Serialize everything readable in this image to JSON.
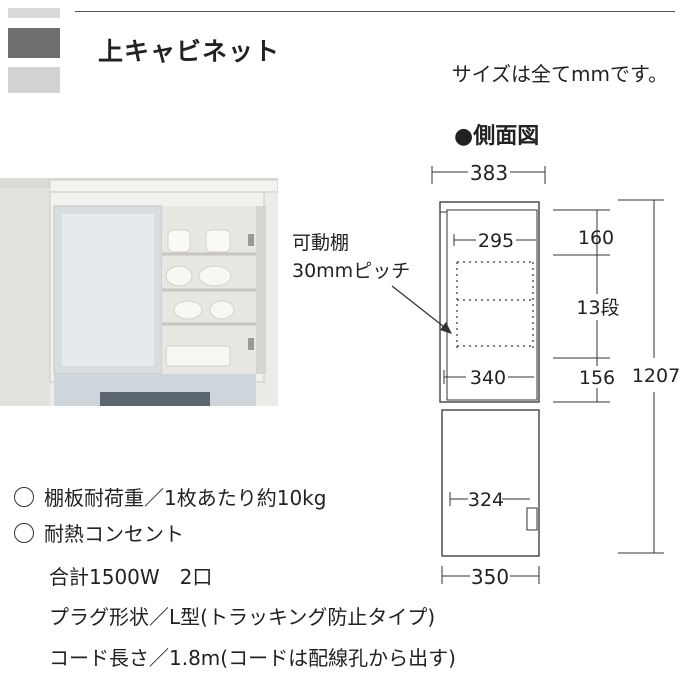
{
  "header": {
    "title": "上キャビネット",
    "units_note": "サイズは全てmmです。"
  },
  "side_view": {
    "label": "●側面図",
    "dimensions": {
      "top_depth": "383",
      "inner_depth": "295",
      "shelf_depth": "340",
      "lower_depth": "324",
      "base_depth": "350",
      "top_gap": "160",
      "shelf_steps": "13段",
      "bottom_gap": "156",
      "total_height": "1207"
    },
    "callout": {
      "line1": "可動棚",
      "line2": "30mmピッチ"
    }
  },
  "specs": {
    "shelf_load": "棚板耐荷重／1枚あたり約10kg",
    "outlet": "耐熱コンセント",
    "outlet_total": "合計1500W　2口",
    "plug_shape": "プラグ形状／L型(トラッキング防止タイプ)",
    "cord_length": "コード長さ／1.8m(コードは配線孔から出す)"
  },
  "photo": {
    "description_icon": "cabinet-photo"
  }
}
